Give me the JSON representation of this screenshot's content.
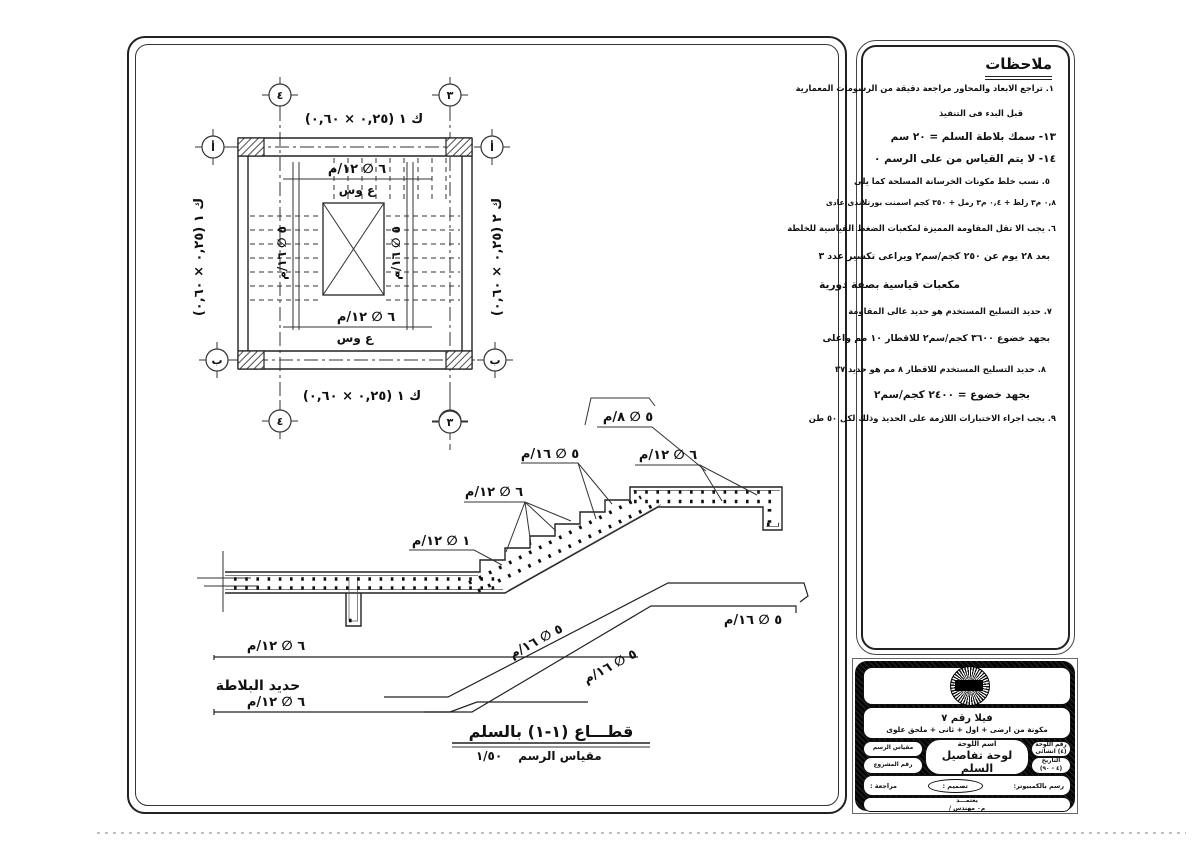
{
  "page": {
    "bg": "#ffffff",
    "line_color": "#222222"
  },
  "plan": {
    "bubbles": {
      "top_left": "٤",
      "top_right": "٣",
      "bottom_left": "٤",
      "bottom_right": "٣",
      "row_a_left": "أ",
      "row_a_right": "أ",
      "row_b_left": "ب",
      "row_b_right": "ب"
    },
    "labels": {
      "col_top": "ك ١ (٠,٢٥ × ٠,٦٠)",
      "col_bottom": "ك ١ (٠,٢٥ × ٠,٦٠)",
      "col_left": "ك ١ (٠,٢٥ × ٠,٦٠)",
      "col_right": "ك ٢ (٠,٢٥ × ٠,٦٠)",
      "mesh_top": "٦ ∅ ١٢/م",
      "mesh_top_note": "ع وس",
      "mesh_bottom": "٦ ∅ ١٢/م",
      "mesh_bottom_note": "ع وس",
      "flight_left": "٥ ∅ ١٦/م",
      "flight_right": "٥ ∅ ١٦/م"
    }
  },
  "section": {
    "bubble": "٣",
    "labels": {
      "landing_top_bar": "٥ ∅ ٨/م",
      "flight_main_bar": "٥ ∅ ١٦/م",
      "landing_mesh": "٦ ∅ ١٢/م",
      "flight_mesh": "٦ ∅ ١٢/م",
      "slab_extra_bar": "١ ∅ ١٢/م",
      "bent_bar_a": "٥ ∅ ١٦/م",
      "bent_bar_b": "٥ ∅ ١٦/م",
      "bent_bar_c": "٥ ∅ ١٦/م",
      "slab_top_bar": "٦ ∅ ١٢/م",
      "slab_bottom_bar": "٦ ∅ ١٢/م",
      "slab_steel_caption": "حديد البلاطة"
    },
    "title": "قطـــاع  (١-١)  بالسلم",
    "scale_label": "مقياس الرسم",
    "scale_value": "١/٥٠"
  },
  "notes": {
    "title": "ملاحظات",
    "items": [
      "١. تراجع الابعاد والمحاور مراجعة دقيقة من الرسومات المعمارية",
      "قبل البدء فى التنفيذ",
      "١٣- سمك بلاطة السلم = ٢٠ سم",
      "١٤- لا يتم القياس من على الرسم ٠",
      "٥. نسب خلط مكونات الخرسانة المسلحة كما يلى",
      "٠,٨ م٣ زلط + ٠,٤ م٣ رمل + ٣٥٠ كجم اسمنت بورتلاندى عادى",
      "٦. يجب الا تقل المقاومة المميزة لمكعبات الضغط القياسية للخلطة",
      "بعد ٢٨ يوم عن ٢٥٠ كجم/سم٢ ويراعى تكسير عدد ٣",
      "مكعبات قياسية بصفة دورية",
      "٧. حديد التسليح المستخدم هو حديد عالى المقاومة",
      "بجهد خضوع ٣٦٠٠ كجم/سم٢ للاقطار ١٠ مم واعلى",
      "٨. حديد التسليح المستخدم للاقطار ٨ مم هو حديد ٣٧",
      "بجهد خضوع = ٢٤٠٠ كجم/سم٢",
      "٩. يجب اجراء الاختبارات اللازمة على الحديد وذلك لكل ٥٠ طن"
    ]
  },
  "title_block": {
    "project_line1": "فيلا رقم ٧",
    "project_line2": "مكونة من ارضى + اول + ثانى + ملحق علوى",
    "sheet_name_label": "اسم اللوحة",
    "sheet_name": "لوحة تفاصيل السلم",
    "sheet_no_label": "رقم اللوحة",
    "sheet_no_value": "(٤) انشائى",
    "date_label": "التاريخ",
    "date_value": "(٤ - ٩٠)",
    "scale_box_label": "مقياس الرسم",
    "project_no_label": "رقم المشروع",
    "cad_label": "رسم بالكمبيوتر:",
    "design_label": "تصميم :",
    "review_label": "مراجعة :",
    "approved_label": "يعتمـــد",
    "engineer_label": "م٠ مهندس /"
  }
}
